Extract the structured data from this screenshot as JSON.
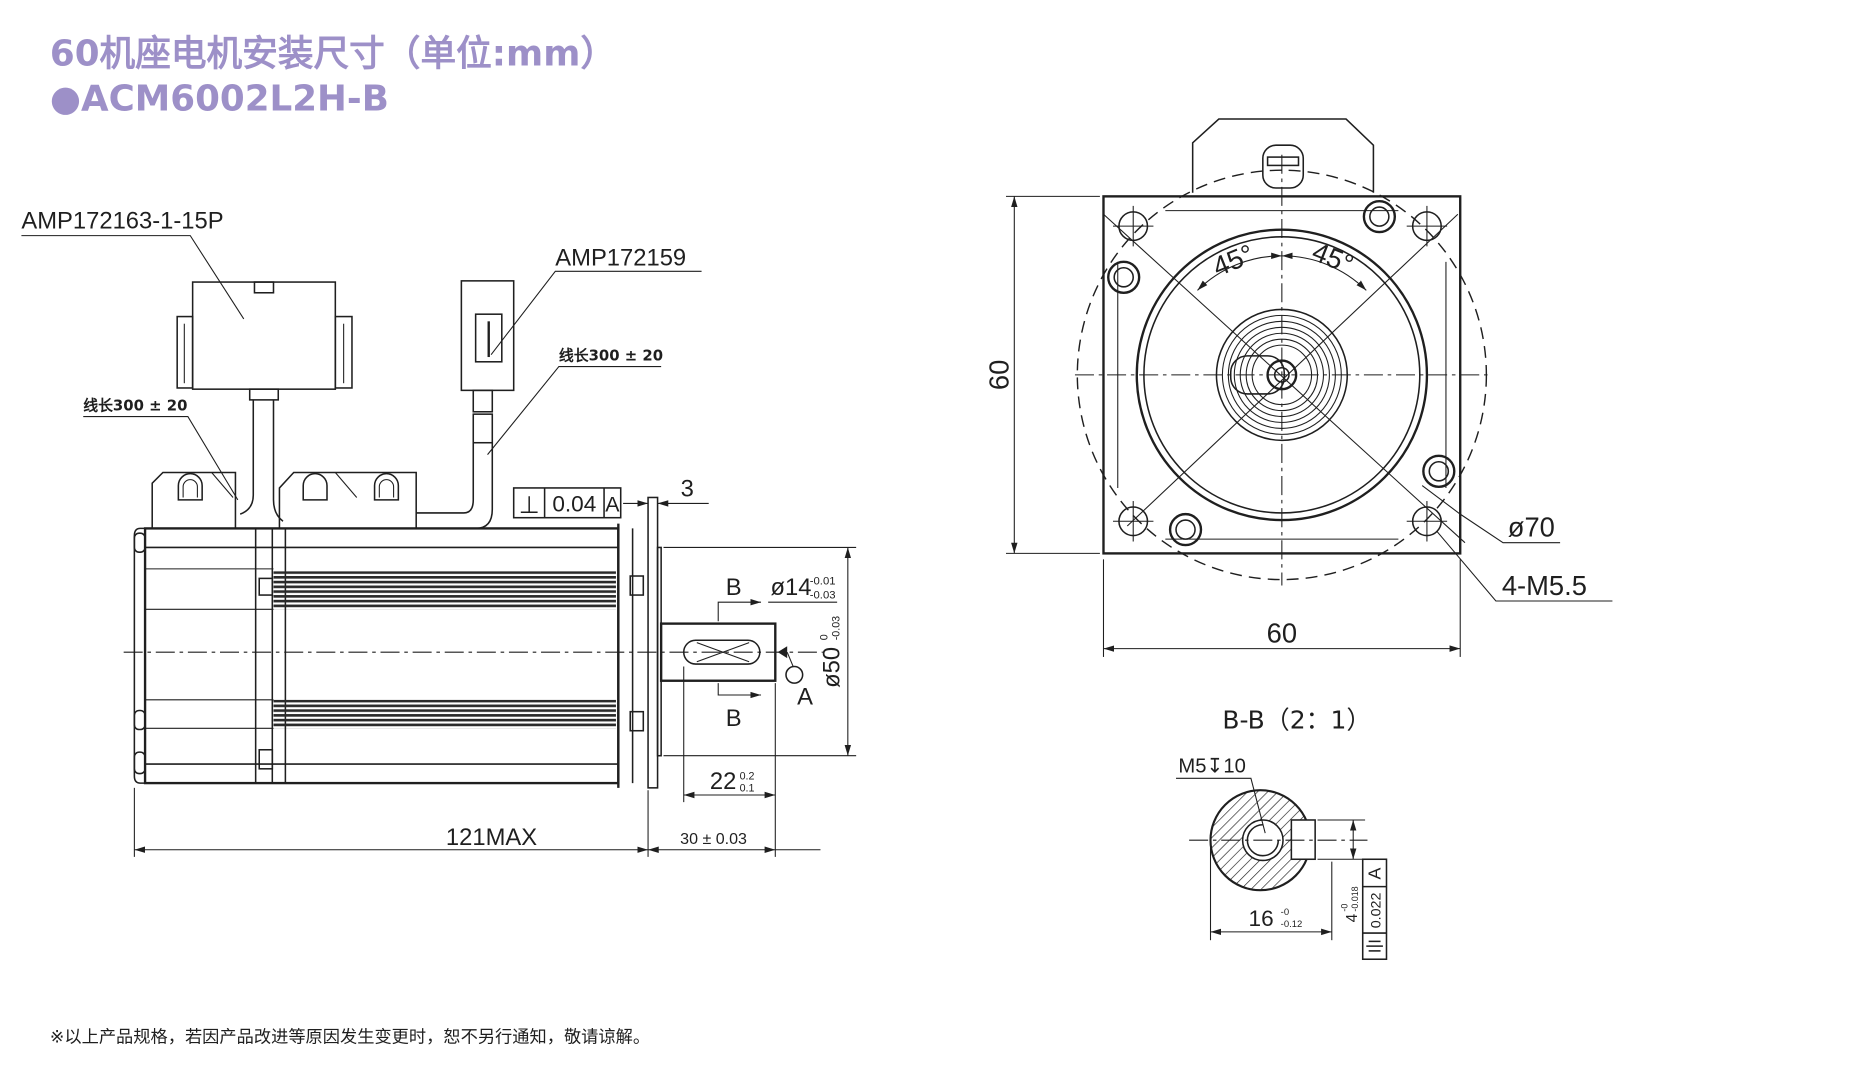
{
  "header": {
    "title": "60机座电机安装尺寸（单位:mm）",
    "model": "●ACM6002L2H-B"
  },
  "side_view": {
    "connector_power": "AMP172163-1-15P",
    "connector_encoder": "AMP172159",
    "cable_length_power": "线长300 ± 20",
    "cable_length_encoder": "线长300 ± 20",
    "perpendicularity": {
      "symbol": "⊥",
      "tolerance": "0.04",
      "datum": "A"
    },
    "flange_thickness": "3",
    "section_mark_top": "B",
    "section_mark_bottom": "B",
    "shaft_diameter": {
      "nominal": "ø14",
      "upper": "-0.01",
      "lower": "-0.03"
    },
    "pilot_diameter": {
      "nominal": "ø50",
      "upper": "0",
      "lower": "-0.03"
    },
    "datum_label": "A",
    "key_length": {
      "nominal": "22",
      "upper": "0.2",
      "lower": "0.1"
    },
    "overall_length": "121MAX",
    "shaft_length": "30 ± 0.03"
  },
  "front_view": {
    "height": "60",
    "width": "60",
    "angle_left": "45°",
    "angle_right": "45°",
    "pitch_circle": "ø70",
    "mounting_holes": "4-M5.5"
  },
  "section_view": {
    "title": "B-B（2：1）",
    "thread": "M5↧10",
    "shaft_depth": {
      "nominal": "16",
      "upper": "-0",
      "lower": "-0.12"
    },
    "key_width": {
      "nominal": "4",
      "upper": "-0",
      "lower": "-0.018"
    },
    "symmetry": {
      "tolerance": "0.022",
      "datum": "A"
    }
  },
  "footnote": "※以上产品规格，若因产品改进等原因发生变更时，恕不另行通知，敬请谅解。",
  "colors": {
    "title": "#9d90c8",
    "line": "#1f1f1f"
  }
}
